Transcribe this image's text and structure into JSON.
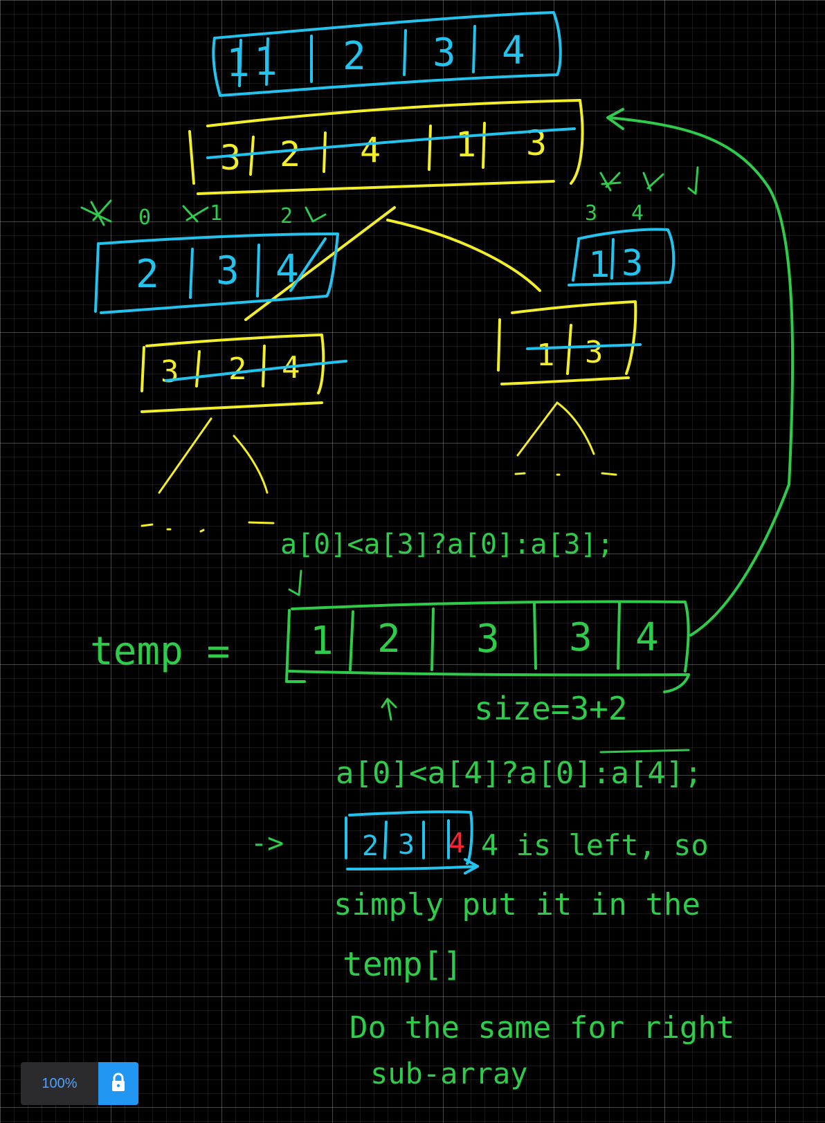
{
  "colors": {
    "cyan": "#22c3ee",
    "yellow": "#f2ee2a",
    "green": "#2ecc4a",
    "red": "#ff2233",
    "accent": "#2196f3",
    "zoom_text": "#4da3ff"
  },
  "top_array": [
    "1",
    "1",
    "2",
    "3",
    "4"
  ],
  "original_array": [
    "3",
    "2",
    "4",
    "1",
    "3"
  ],
  "left_array": [
    "2",
    "3",
    "4"
  ],
  "right_array": [
    "1",
    "3"
  ],
  "left_sub": [
    "3",
    "2",
    "4"
  ],
  "right_sub": [
    "1",
    "3"
  ],
  "index_marks": {
    "i0": "0",
    "i1": "1",
    "i2": "2",
    "i3": "3",
    "i4": "4"
  },
  "notes": {
    "compare1": "a[0]<a[3]?a[0]:a[3];",
    "temp_label": "temp =",
    "temp_array": [
      "1",
      "2",
      "3",
      "3",
      "4"
    ],
    "size": "size=3+2",
    "compare2": "a[0]<a[4]?a[0]:a[4];",
    "arrow": "->",
    "remaining": [
      "2",
      "3",
      "4"
    ],
    "left_msg": "4 is left, so",
    "line1": "simply put it in the",
    "line2": "temp[]",
    "line3": "Do the same for right",
    "line4": "sub-array"
  },
  "zoom": {
    "level": "100%",
    "lock_icon": "lock-icon"
  }
}
